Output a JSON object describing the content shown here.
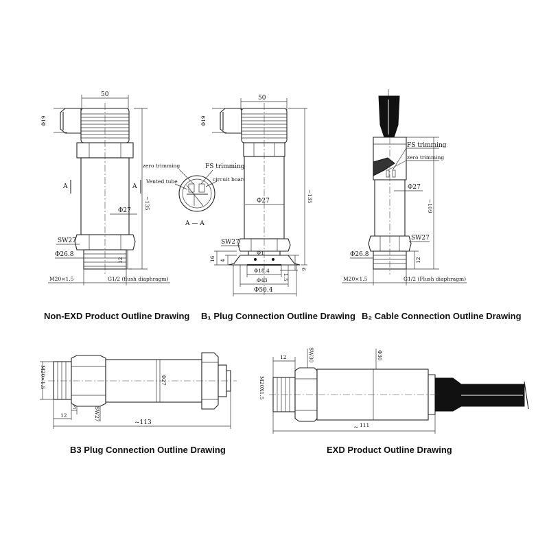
{
  "captions": {
    "non_exd": "Non-EXD Product Outline Drawing",
    "b1": "B₁ Plug Connection Outline Drawing",
    "b2": "B₂ Cable Connection Outline Drawing",
    "b3": "B3 Plug Connection Outline Drawing",
    "exd": "EXD Product Outline Drawing"
  },
  "non_exd": {
    "width": "50",
    "phi19": "Φ19",
    "length": "~135",
    "phi27": "Φ27",
    "sw27": "SW27",
    "phi268": "Φ26.8",
    "h12": "12",
    "thread": "M20×1.5",
    "g12": "G1/2 (flush diaphragm)",
    "section_a": "A",
    "section_aa": "A — A",
    "zero_trimming": "zero trimming",
    "fs_trimming": "FS trimming",
    "vented_tube": "Vented tube",
    "circuit_board": "circuit board"
  },
  "b1": {
    "width": "50",
    "phi19": "Φ19",
    "length": "~135",
    "phi27": "Φ27",
    "sw27": "SW27",
    "h16": "16",
    "h4": "4",
    "h6": "6",
    "h15": "1.5",
    "phi184": "Φ18.4",
    "phi43": "Φ43",
    "phi504": "Φ50.4",
    "phi_small": "Φ1"
  },
  "b2": {
    "fs_trimming": "FS trimming",
    "zero_trimming": "zero trimming",
    "phi27": "Φ27",
    "length": "~109",
    "sw27": "SW27",
    "phi268": "Φ26.8",
    "h12": "12",
    "thread": "M20×1.5",
    "g12": "G1/2 (Flush diaphragm)"
  },
  "b3": {
    "thread": "M20×1.5",
    "phi27": "Φ27",
    "h3": "3",
    "h12": "12",
    "sw27": "SW27",
    "length": "~113"
  },
  "exd": {
    "h12": "12",
    "sw30": "SW30",
    "phi30": "Φ30",
    "thread": "M20X1.5",
    "length": "~",
    "length_val": "111"
  }
}
